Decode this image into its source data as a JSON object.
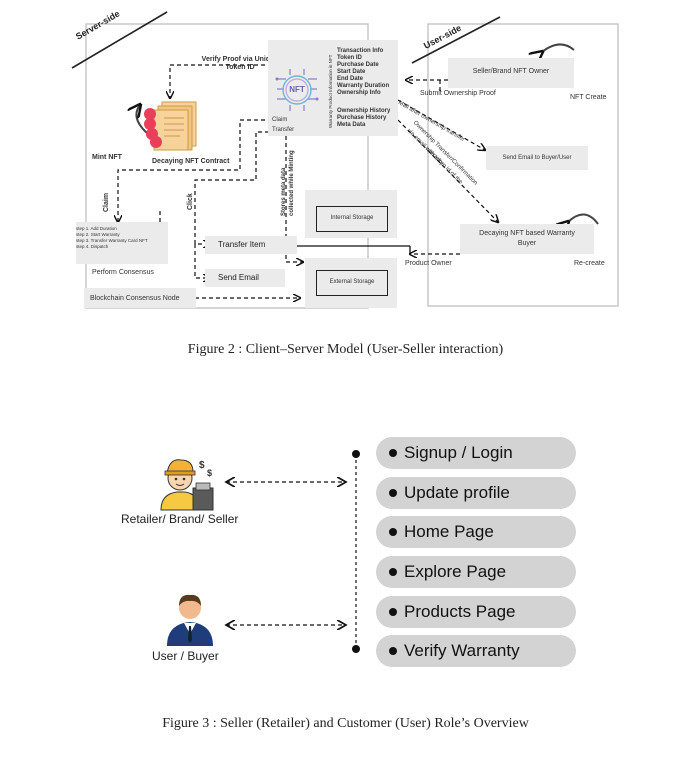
{
  "fig2": {
    "server_side": "Server-side",
    "user_side": "User-side",
    "verify_proof": "Verify Proof via Unique Token ID",
    "nft_label": "NFT",
    "nft_side_vertical": "Warranty Product Information in NFT",
    "nft_fields": [
      "Transaction Info",
      "Token ID",
      "Purchase Date",
      "Start Date",
      "End Date",
      "Warranty Duration",
      "Ownership Info"
    ],
    "nft_fields_2": [
      "Ownership History",
      "Purchase History",
      "Meta Data"
    ],
    "claim": "Claim",
    "transfer": "Transfer",
    "mint_nft": "Mint NFT",
    "decaying_contract": "Decaying NFT Contract",
    "claim_vertical": "Claim",
    "click_vertical": "Click",
    "stores_meta_1": "Stores meta data",
    "stores_meta_2": "collected while Minting",
    "steps": [
      "step 1. Add Duration",
      "step 2. Start Warranty",
      "step 3. Transfer Warranty Card NFT",
      "step 4. Dispatch"
    ],
    "transfer_item": "Transfer Item",
    "send_email": "Send Email",
    "perform_consensus": "Perform Consensus",
    "blockchain_node": "Blockchain Consensus Node",
    "internal_storage": "Internal Storage",
    "external_storage": "External Storage",
    "seller_owner": "Seller/Brand NFT Owner",
    "nft_create": "NFT Create",
    "submit_proof": "Submit Ownership Proof",
    "mail_after": "Mail after ownership transfer",
    "send_email_buyer": "Send Email to Buyer/User",
    "ownership_transfer_1": "Ownership Transfer/Confirmation",
    "ownership_transfer_2": "via email with token id of the",
    "ownership_transfer_3": "warranty",
    "decaying_buyer_1": "Decaying NFT based Warranty",
    "decaying_buyer_2": "Buyer",
    "product_owner": "Product Owner",
    "recreate": "Re-create"
  },
  "caption2": "Figure 2 : Client–Server Model (User-Seller interaction)",
  "fig3": {
    "seller_label": "Retailer/ Brand/ Seller",
    "buyer_label": "User / Buyer",
    "items": [
      "Signup / Login",
      "Update profile",
      "Home Page",
      "Explore Page",
      "Products Page",
      "Verify Warranty"
    ]
  },
  "caption3": "Figure 3 : Seller (Retailer) and Customer (User) Role’s Overview",
  "icons": {
    "seller": "seller-with-cash-register-icon",
    "buyer": "businessman-icon",
    "contract": "stack-of-contracts-icon",
    "nft": "nft-chip-icon"
  }
}
